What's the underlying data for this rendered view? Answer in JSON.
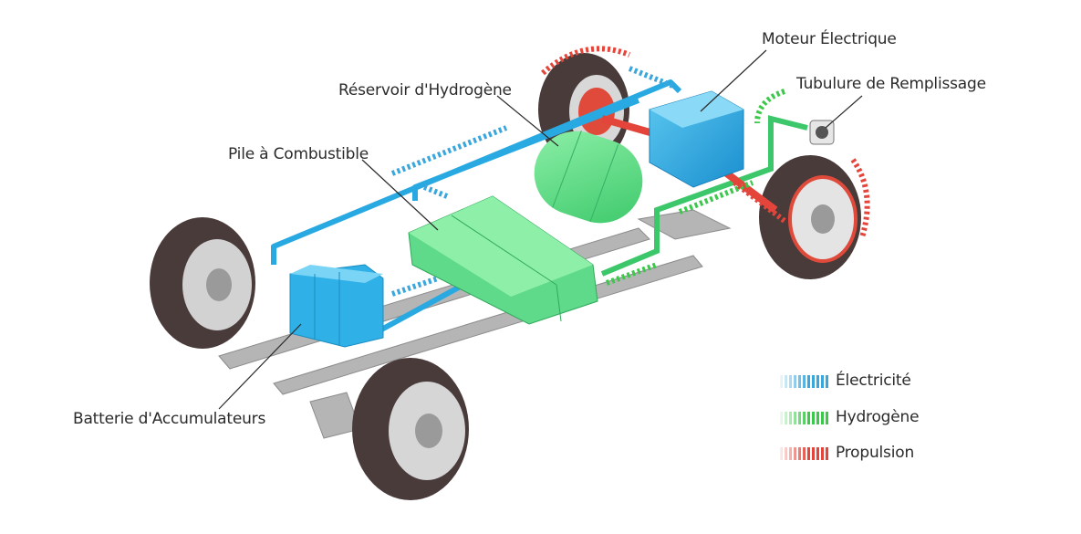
{
  "labels": {
    "moteur": "Moteur Électrique",
    "tubulure": "Tubulure de Remplissage",
    "reservoir": "Réservoir d'Hydrogène",
    "pile": "Pile à Combustible",
    "batterie": "Batterie d'Accumulateurs"
  },
  "legend": [
    {
      "label": "Électricité",
      "color": "#3aa6dc"
    },
    {
      "label": "Hydrogène",
      "color": "#3cc84a"
    },
    {
      "label": "Propulsion",
      "color": "#e4453a"
    }
  ],
  "colors": {
    "electric": "#29a9e1",
    "hydrogen": "#5fd98a",
    "propulsion": "#e4453a",
    "tire": "#4a3b3b",
    "chassis": "#9a9a9a"
  }
}
